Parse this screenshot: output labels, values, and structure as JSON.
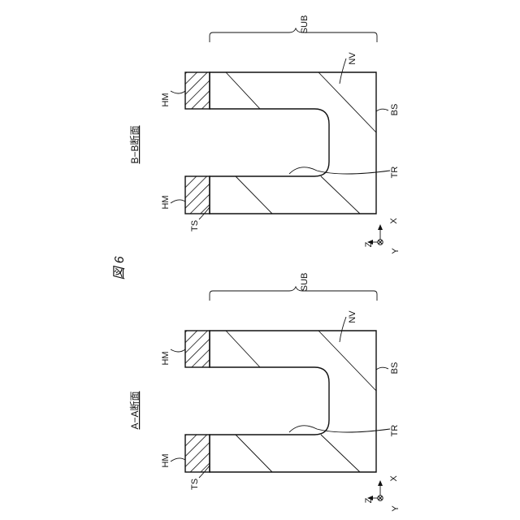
{
  "figure": {
    "number_label": "図 6"
  },
  "panels": [
    {
      "id": "A-A",
      "section_title": "A−A断面",
      "labels": {
        "substrate": "SUB",
        "nitride": "NV",
        "hard_mask_top": "HM",
        "hard_mask_bottom": "HM",
        "back_surface": "BS",
        "trench": "TR",
        "top_surface": "TS"
      },
      "axes": {
        "z": "Z",
        "y": "Y",
        "x": "X"
      }
    },
    {
      "id": "B-B",
      "section_title": "B−B断面",
      "labels": {
        "substrate": "SUB",
        "nitride": "NV",
        "hard_mask_top": "HM",
        "hard_mask_bottom": "HM",
        "back_surface": "BS",
        "trench": "TR",
        "top_surface": "TS"
      },
      "axes": {
        "z": "Z",
        "y": "Y",
        "x": "X"
      }
    }
  ]
}
